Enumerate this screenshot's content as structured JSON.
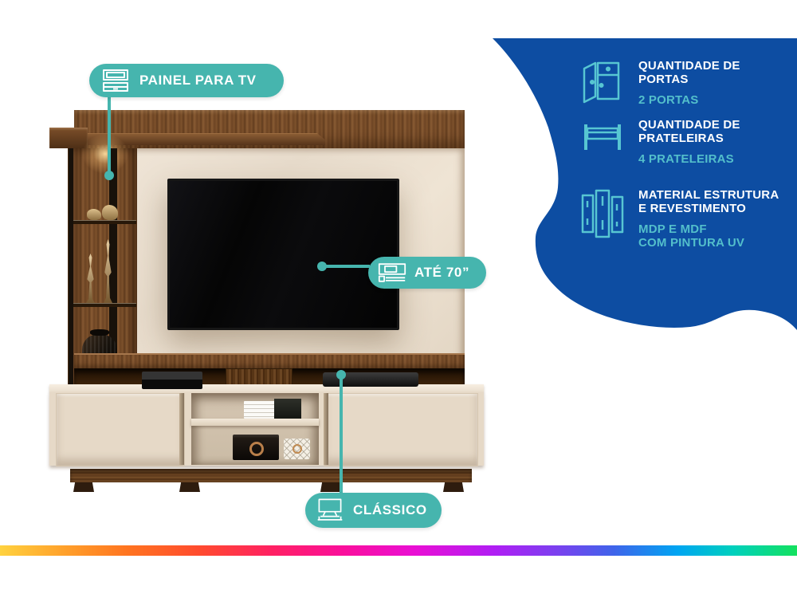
{
  "badges": {
    "top": {
      "label": "PAINEL PARA TV"
    },
    "middle": {
      "label": "ATÉ 70”"
    },
    "bottom": {
      "label": "CLÁSSICO"
    }
  },
  "specs": {
    "items": [
      {
        "icon": "cabinet-doors-icon",
        "title_line1": "QUANTIDADE DE",
        "title_line2": "PORTAS",
        "value_line1": "2 PORTAS",
        "value_line2": ""
      },
      {
        "icon": "shelves-icon",
        "title_line1": "QUANTIDADE DE",
        "title_line2": "PRATELEIRAS",
        "value_line1": "4 PRATELEIRAS",
        "value_line2": ""
      },
      {
        "icon": "wood-material-icon",
        "title_line1": "MATERIAL ESTRUTURA",
        "title_line2": "E REVESTIMENTO",
        "value_line1": "MDP E MDF",
        "value_line2": "COM PINTURA UV"
      }
    ]
  },
  "colors": {
    "accent_teal": "#46b5ae",
    "blob_blue": "#0d4da2",
    "value_teal": "#53bfcb",
    "icon_teal": "#57c6d2",
    "panel_cream": "#eadfd0",
    "wood_brown": "#6e4524"
  }
}
